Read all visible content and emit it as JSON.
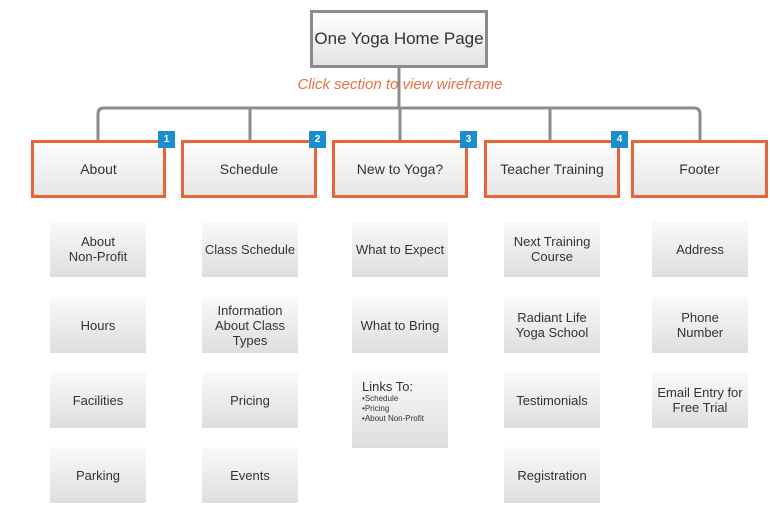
{
  "root": {
    "label": "One Yoga Home Page"
  },
  "subtitle": "Click section to view wireframe",
  "sections": [
    {
      "label": "About",
      "badge": "1",
      "pages": [
        {
          "label": "About Non-Profit"
        },
        {
          "label": "Hours"
        },
        {
          "label": "Facilities"
        },
        {
          "label": "Parking"
        }
      ]
    },
    {
      "label": "Schedule",
      "badge": "2",
      "pages": [
        {
          "label": "Class Schedule"
        },
        {
          "label": "Information About Class Types"
        },
        {
          "label": "Pricing"
        },
        {
          "label": "Events"
        }
      ]
    },
    {
      "label": "New to Yoga?",
      "badge": "3",
      "pages": [
        {
          "label": "What to Expect"
        },
        {
          "label": "What to Bring"
        },
        {
          "label": "Links To:",
          "links": [
            "Schedule",
            "Pricing",
            "About Non-Profit"
          ]
        }
      ]
    },
    {
      "label": "Teacher Training",
      "badge": "4",
      "pages": [
        {
          "label": "Next Training Course"
        },
        {
          "label": "Radiant Life Yoga School"
        },
        {
          "label": "Testimonials"
        },
        {
          "label": "Registration"
        }
      ]
    },
    {
      "label": "Footer",
      "badge": "",
      "pages": [
        {
          "label": "Address"
        },
        {
          "label": "Phone Number"
        },
        {
          "label": "Email Entry for Free Trial"
        }
      ]
    }
  ]
}
